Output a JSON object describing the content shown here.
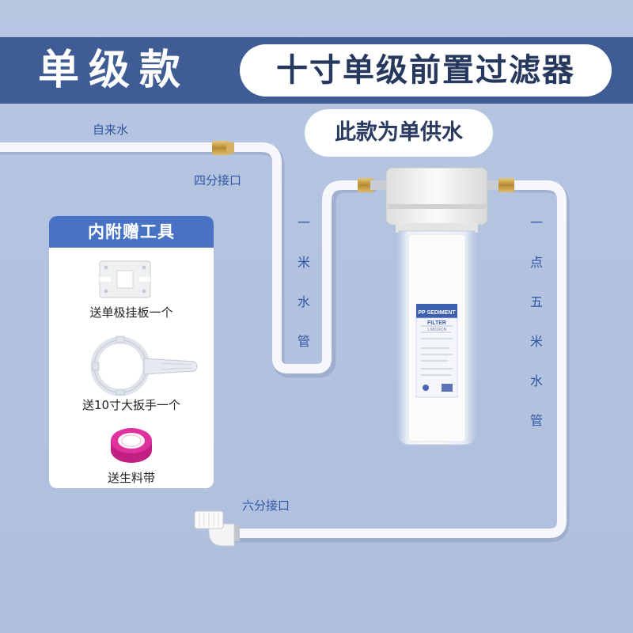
{
  "header": {
    "badge": "单级款",
    "title": "十寸单级前置过滤器"
  },
  "subtitle": "此款为单供水",
  "labels": {
    "inlet": "自来水",
    "four_port": "四分接口",
    "six_port": "六分接口",
    "left_pipe": [
      "一",
      "米",
      "水",
      "管"
    ],
    "right_pipe": [
      "一",
      "点",
      "五",
      "米",
      "水",
      "管"
    ]
  },
  "filter": {
    "label_top": "PP SEDIMENT",
    "label_mid": "FILTER",
    "label_micron": "1 MICRON"
  },
  "tools": {
    "heading": "内附赠工具",
    "items": [
      {
        "label": "送单极挂板一个",
        "icon": "mounting-bracket-icon"
      },
      {
        "label": "送10寸大扳手一个",
        "icon": "wrench-icon"
      },
      {
        "label": "送生料带",
        "icon": "ptfe-tape-icon"
      }
    ]
  },
  "colors": {
    "background": "#b3c2df",
    "header_band": "#3f5d94",
    "tools_header": "#4872c4",
    "label_text": "#2f56a4",
    "tape_pink": "#e0329e"
  }
}
